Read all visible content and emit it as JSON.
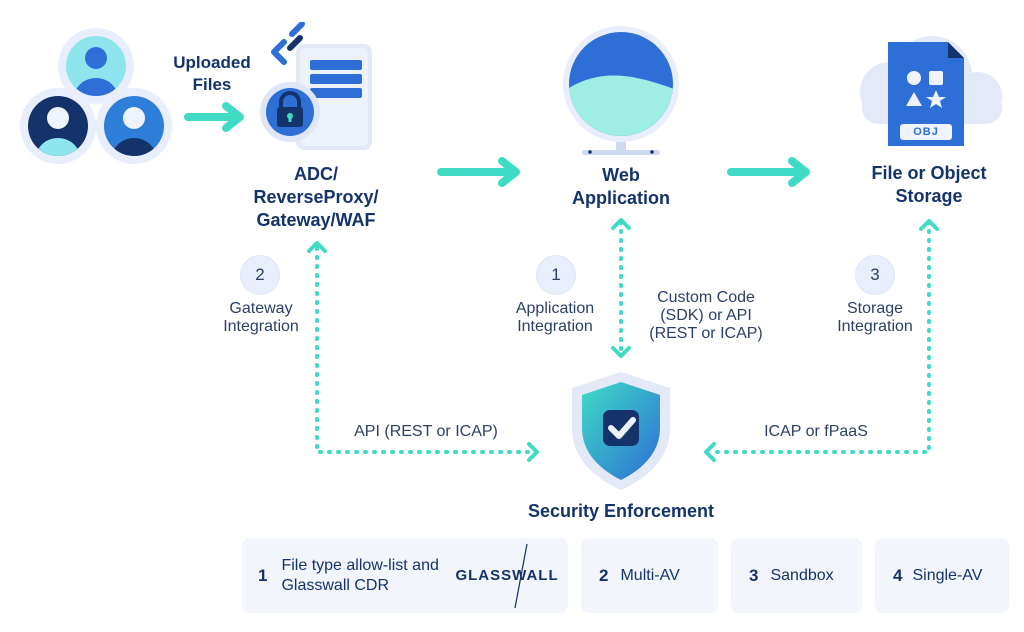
{
  "labels": {
    "uploaded_files": "Uploaded Files",
    "adc": "ADC/ ReverseProxy/ Gateway/WAF",
    "web_app": "Web Application",
    "storage": "File or Object Storage",
    "security": "Security Enforcement",
    "obj_tag": "OBJ"
  },
  "integrations": [
    {
      "num": "2",
      "label": "Gateway Integration"
    },
    {
      "num": "1",
      "label": "Application Integration"
    },
    {
      "num": "3",
      "label": "Storage Integration"
    }
  ],
  "custom_code": "Custom Code (SDK) or API (REST or ICAP)",
  "api_rest_icap": "API (REST or ICAP)",
  "icap_fpaas": "ICAP or fPaaS",
  "cards": [
    {
      "num": "1",
      "text": "File type allow-list and Glasswall CDR",
      "logo": "GLASSWALL"
    },
    {
      "num": "2",
      "text": "Multi-AV"
    },
    {
      "num": "3",
      "text": "Sandbox"
    },
    {
      "num": "4",
      "text": "Single-AV"
    }
  ],
  "colors": {
    "navy": "#14336b",
    "teal": "#3fdbc5",
    "blue": "#2d6fd6",
    "card_bg": "#f2f5fb"
  }
}
